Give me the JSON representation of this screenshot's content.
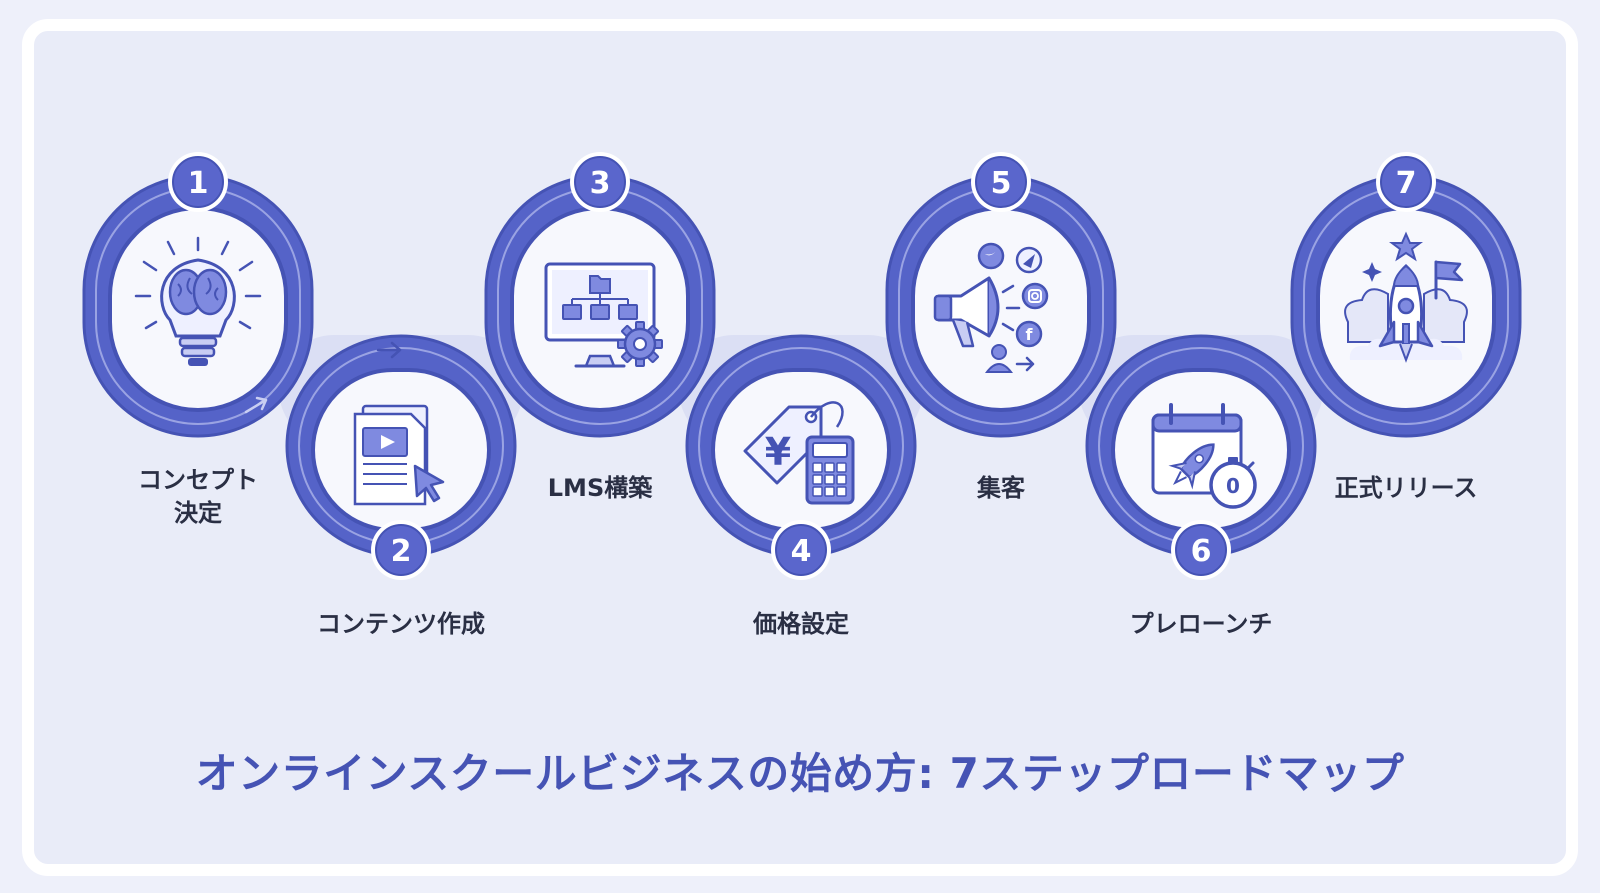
{
  "title": "オンラインスクールビジネスの始め方: 7ステップロードマップ",
  "steps": [
    {
      "number": "1",
      "label": "コンセプト\n決定",
      "icon": "lightbulb-brain-icon"
    },
    {
      "number": "2",
      "label": "コンテンツ作成",
      "icon": "video-document-cursor-icon"
    },
    {
      "number": "3",
      "label": "LMS構築",
      "icon": "monitor-sitemap-gear-icon"
    },
    {
      "number": "4",
      "label": "価格設定",
      "icon": "yen-tag-calculator-icon"
    },
    {
      "number": "5",
      "label": "集客",
      "icon": "megaphone-social-icon"
    },
    {
      "number": "6",
      "label": "プレローンチ",
      "icon": "calendar-rocket-stopwatch-icon"
    },
    {
      "number": "7",
      "label": "正式リリース",
      "icon": "rocket-launch-flag-icon"
    }
  ],
  "icon_texts": {
    "yen": "¥",
    "stopwatch_zero": "0",
    "facebook": "f"
  },
  "colors": {
    "road": "#5563c8",
    "road_dark": "#4553b4",
    "road_halo": "#d0d5f0",
    "badge": "#5a66cc",
    "card_bg": "#e9ecf8",
    "inner_bg": "#f7f8fd",
    "title": "#4553b4",
    "label": "#2a2f44"
  }
}
